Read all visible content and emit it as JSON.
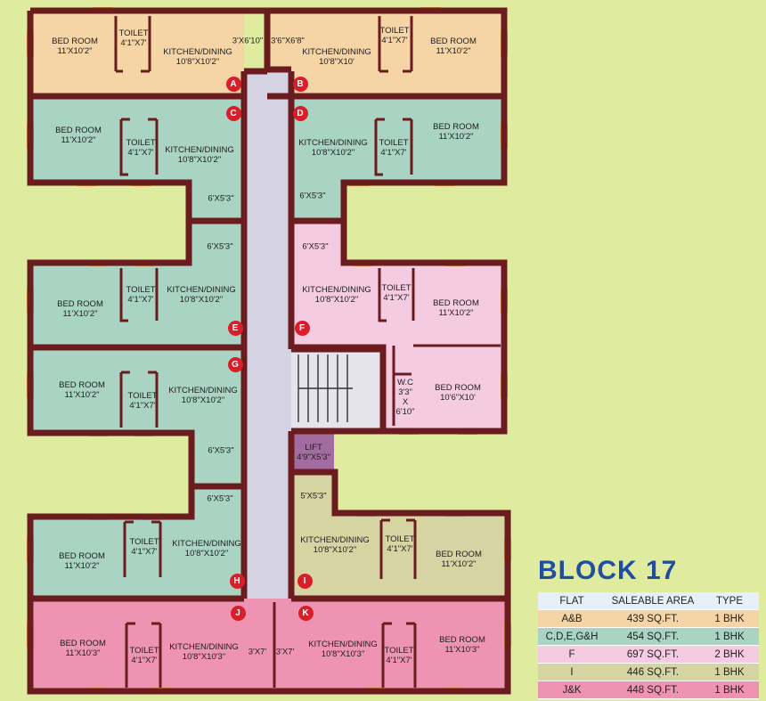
{
  "block_title": "BLOCK 17",
  "rooms": {
    "bed_a": [
      "BED ROOM",
      "11'X10'2\""
    ],
    "toilet_a": [
      "TOILET",
      "4'1\"X7'"
    ],
    "kitchen_a": [
      "KITCHEN/DINING",
      "10'8\"X10'2\""
    ],
    "lobby_a": [
      "3'X6'10\""
    ],
    "lobby_b": [
      "3'6\"X6'8\""
    ],
    "kitchen_b": [
      "KITCHEN/DINING",
      "10'8\"X10'"
    ],
    "toilet_b": [
      "TOILET",
      "4'1\"X7'"
    ],
    "bed_b": [
      "BED ROOM",
      "11'X10'2\""
    ],
    "bed_c": [
      "BED ROOM",
      "11'X10'2\""
    ],
    "toilet_c": [
      "TOILET",
      "4'1\"X7'"
    ],
    "kitchen_c": [
      "KITCHEN/DINING",
      "10'8\"X10'2\""
    ],
    "balc_c": [
      "6'X5'3\""
    ],
    "kitchen_d": [
      "KITCHEN/DINING",
      "10'8\"X10'2\""
    ],
    "toilet_d": [
      "TOILET",
      "4'1\"X7'"
    ],
    "bed_d": [
      "BED ROOM",
      "11'X10'2\""
    ],
    "balc_d": [
      "6'X5'3\""
    ],
    "balc_e": [
      "6'X5'3\""
    ],
    "bed_e": [
      "BED ROOM",
      "11'X10'2\""
    ],
    "toilet_e": [
      "TOILET",
      "4'1\"X7'"
    ],
    "kitchen_e": [
      "KITCHEN/DINING",
      "10'8\"X10'2\""
    ],
    "balc_f": [
      "6'X5'3\""
    ],
    "kitchen_f": [
      "KITCHEN/DINING",
      "10'8\"X10'2\""
    ],
    "toilet_f": [
      "TOILET",
      "4'1\"X7'"
    ],
    "bed_f1": [
      "BED ROOM",
      "11'X10'2\""
    ],
    "wc_f": [
      "W.C",
      "3'3\"",
      "X",
      "6'10\""
    ],
    "bed_f2": [
      "BED ROOM",
      "10'6\"X10'"
    ],
    "bed_g": [
      "BED ROOM",
      "11'X10'2\""
    ],
    "toilet_g": [
      "TOILET",
      "4'1\"X7'"
    ],
    "kitchen_g": [
      "KITCHEN/DINING",
      "10'8\"X10'2\""
    ],
    "balc_g": [
      "6'X5'3\""
    ],
    "lift": [
      "LIFT",
      "4'9\"X5'3\""
    ],
    "balc_h": [
      "6'X5'3\""
    ],
    "bed_h": [
      "BED ROOM",
      "11'X10'2\""
    ],
    "toilet_h": [
      "TOILET",
      "4'1\"X7'"
    ],
    "kitchen_h": [
      "KITCHEN/DINING",
      "10'8\"X10'2\""
    ],
    "balc_i": [
      "5'X5'3\""
    ],
    "kitchen_i": [
      "KITCHEN/DINING",
      "10'8\"X10'2\""
    ],
    "toilet_i": [
      "TOILET",
      "4'1\"X7'"
    ],
    "bed_i": [
      "BED ROOM",
      "11'X10'2\""
    ],
    "bed_j": [
      "BED ROOM",
      "11'X10'3\""
    ],
    "toilet_j": [
      "TOILET",
      "4'1\"X7'"
    ],
    "kitchen_j": [
      "KITCHEN/DINING",
      "10'8\"X10'3\""
    ],
    "lobby_j": [
      "3'X7'"
    ],
    "lobby_k": [
      "3'X7'"
    ],
    "kitchen_k": [
      "KITCHEN/DINING",
      "10'8\"X10'3\""
    ],
    "toilet_k": [
      "TOILET",
      "4'1\"X7'"
    ],
    "bed_k": [
      "BED ROOM",
      "11'X10'3\""
    ]
  },
  "markers": [
    "A",
    "B",
    "C",
    "D",
    "E",
    "F",
    "G",
    "H",
    "I",
    "J",
    "K"
  ],
  "legend": {
    "headers": [
      "FLAT",
      "SALEABLE AREA",
      "TYPE"
    ],
    "rows": [
      {
        "flat": "A&B",
        "area": "439 SQ.FT.",
        "type": "1 BHK",
        "color": "#f5d4a6"
      },
      {
        "flat": "C,D,E,G&H",
        "area": "454 SQ.FT.",
        "type": "1 BHK",
        "color": "#a9d3c3"
      },
      {
        "flat": "F",
        "area": "697 SQ.FT.",
        "type": "2 BHK",
        "color": "#f4cbe0"
      },
      {
        "flat": "I",
        "area": "446 SQ.FT.",
        "type": "1 BHK",
        "color": "#d6d4a3"
      },
      {
        "flat": "J&K",
        "area": "448 SQ.FT.",
        "type": "1 BHK",
        "color": "#ef93b2"
      }
    ],
    "header_color": "#e6f0f8"
  },
  "colors": {
    "wall": "#6a1c1e",
    "flat_ab": "#f5d4a6",
    "flat_cdegh": "#a9d3c3",
    "flat_f": "#f4cbe0",
    "flat_i": "#d6d4a3",
    "flat_jk": "#ef93b2",
    "corridor": "#d5d3e3",
    "lift": "#a36ca1",
    "window": "#e8a93c",
    "marker": "#d91e2a",
    "title": "#1f4f9e"
  }
}
